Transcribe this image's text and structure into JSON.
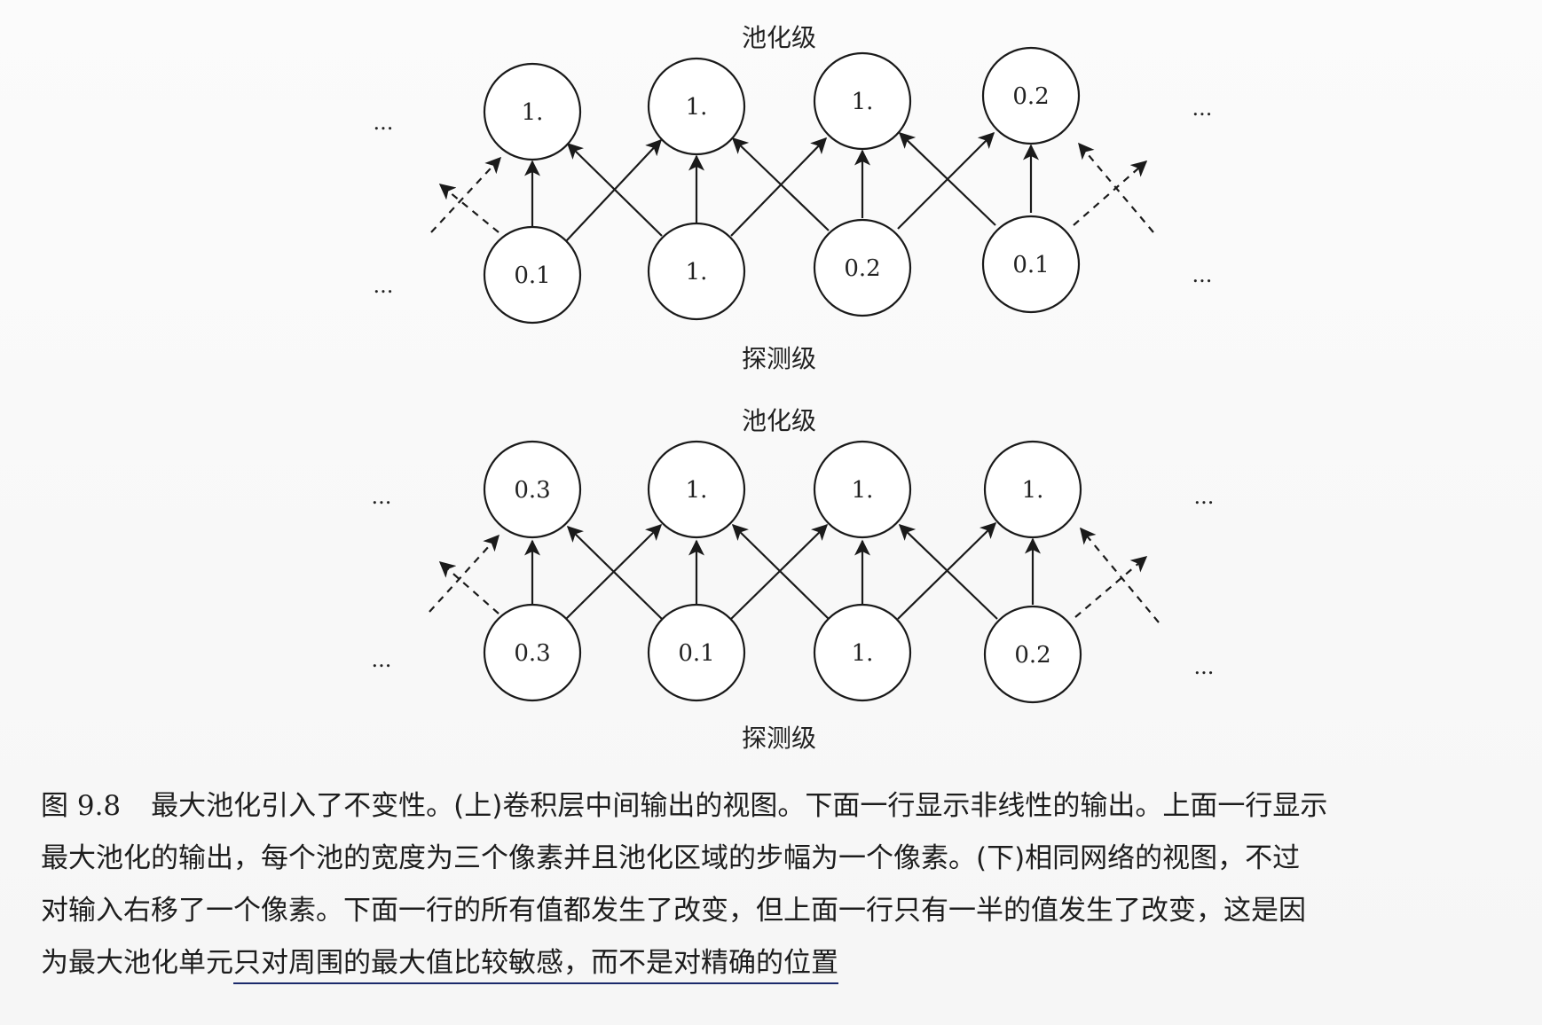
{
  "figure": {
    "panels": [
      {
        "id": "top",
        "pooling_label": "池化级",
        "detector_label": "探测级",
        "pooling_values": [
          "1.",
          "1.",
          "1.",
          "0.2"
        ],
        "detector_values": [
          "0.1",
          "1.",
          "0.2",
          "0.1"
        ],
        "ellipsis": "..."
      },
      {
        "id": "bottom",
        "pooling_label": "池化级",
        "detector_label": "探测级",
        "pooling_values": [
          "0.3",
          "1.",
          "1.",
          "1."
        ],
        "detector_values": [
          "0.3",
          "0.1",
          "1.",
          "0.2"
        ],
        "ellipsis": "..."
      }
    ]
  },
  "caption": {
    "figure_number": "图 9.8",
    "lines": [
      "最大池化引入了不变性。(上)卷积层中间输出的视图。下面一行显示非线性的输出。上面一行显示",
      "最大池化的输出，每个池的宽度为三个像素并且池化区域的步幅为一个像素。(下)相同网络的视图，不过",
      "对输入右移了一个像素。下面一行的所有值都发生了改变，但上面一行只有一半的值发生了改变，这是因",
      "为最大池化单元"
    ],
    "underlined_text": "只对周围的最大值比较敏感，而不是对精确的位置",
    "underline_color": "#1b2a6b"
  }
}
